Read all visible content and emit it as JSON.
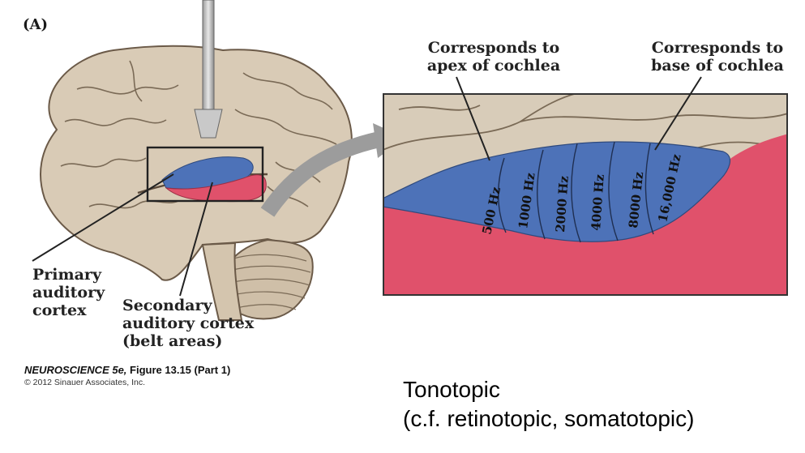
{
  "panel_label": "(A)",
  "labels": {
    "primary": [
      "Primary",
      "auditory",
      "cortex"
    ],
    "secondary": [
      "Secondary",
      "auditory cortex",
      "(belt areas)"
    ],
    "apex": [
      "Corresponds to",
      "apex of cochlea"
    ],
    "base": [
      "Corresponds to",
      "base of cochlea"
    ]
  },
  "frequencies": [
    "500 Hz",
    "1000 Hz",
    "2000 Hz",
    "4000 Hz",
    "8000 Hz",
    "16,000 Hz"
  ],
  "credit": {
    "book": "NEUROSCIENCE 5e,",
    "figure": " Figure 13.15 (Part 1)",
    "copyright": "© 2012 Sinauer Associates, Inc."
  },
  "caption": {
    "line1": "Tonotopic",
    "line2": "(c.f. retinotopic, somatotopic)"
  },
  "colors": {
    "brain": "#d9cbb6",
    "primary_area": "#4d72b8",
    "belt_area": "#e0516b",
    "electrode": "#b8b8b8"
  }
}
